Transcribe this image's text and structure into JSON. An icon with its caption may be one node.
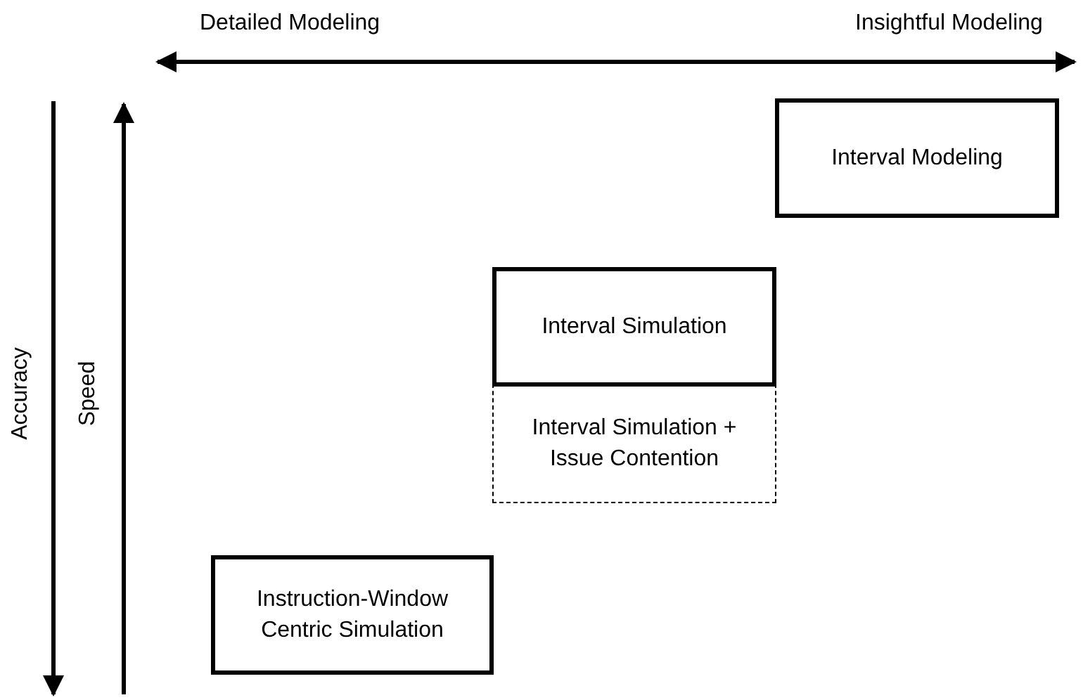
{
  "diagram": {
    "nodes": [
      {
        "text": [
          "Interval Modeling"
        ]
      },
      {
        "text": [
          "Interval Simulation"
        ]
      },
      {
        "text": [
          "Interval Simulation + Issue Contention"
        ]
      },
      {
        "text": [
          "Instruction-Window Centric Simulation"
        ]
      }
    ],
    "edges": [],
    "labels": [
      "Detailed Modeling",
      "Insightful Modeling",
      "Accuracy",
      "Speed"
    ]
  }
}
